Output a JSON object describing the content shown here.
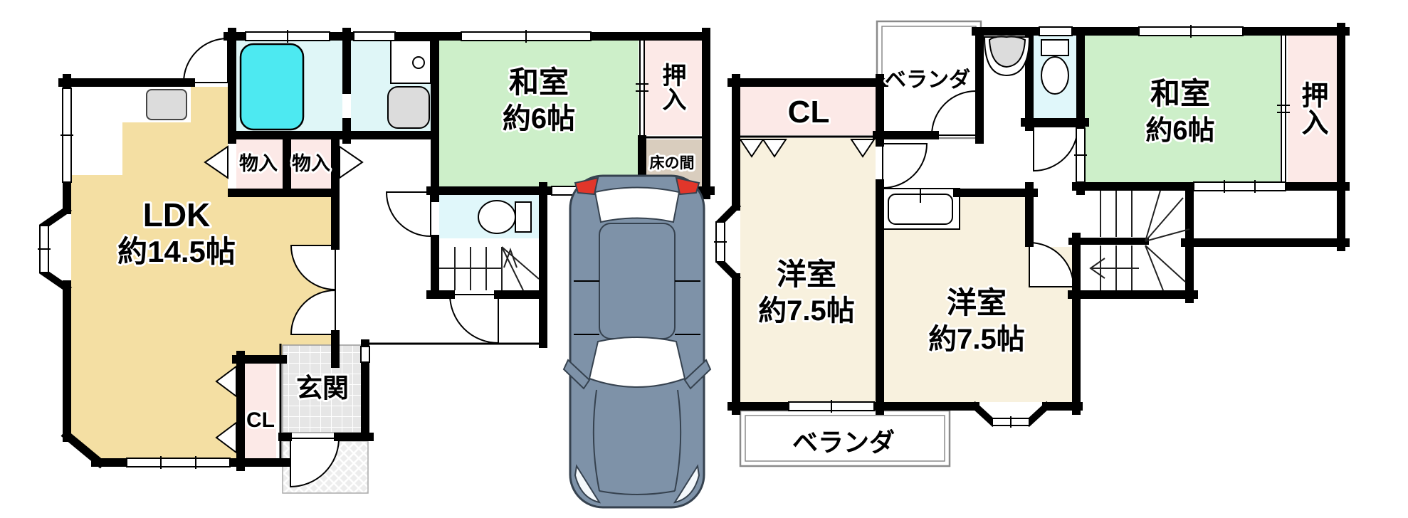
{
  "floor1": {
    "ldk": {
      "name": "LDK",
      "size": "約14.5帖"
    },
    "washitsu": {
      "name": "和室",
      "size": "約6帖"
    },
    "oshiire": "押入",
    "tokonoma": "床の間",
    "monoire1": "物入",
    "monoire2": "物入",
    "closet": "CL",
    "genkan": "玄関"
  },
  "floor2": {
    "closet": "CL",
    "veranda_top": "ベランダ",
    "washitsu": {
      "name": "和室",
      "size": "約6帖"
    },
    "oshiire": "押入",
    "youshitsu_left": {
      "name": "洋室",
      "size": "約7.5帖"
    },
    "youshitsu_right": {
      "name": "洋室",
      "size": "約7.5帖"
    },
    "veranda_bottom": "ベランダ"
  },
  "colors": {
    "wall": "#000000",
    "ldk": "#F4DFA3",
    "tatami": "#CDEFC9",
    "closet_pink": "#FCE9E7",
    "tokonoma": "#D9CDBE",
    "bath_floor": "#DFF6F7",
    "bathtub": "#4DE9F1",
    "toilet_floor": "#E0F7FA",
    "western_room": "#F8F1DE",
    "genkan_tile": "#E6E6E6",
    "porch": "#EDEDED",
    "fixture_gray": "#DCDCDC",
    "car_body": "#7E92A8",
    "car_outline": "#36424F",
    "car_taillight": "#E2362A"
  }
}
